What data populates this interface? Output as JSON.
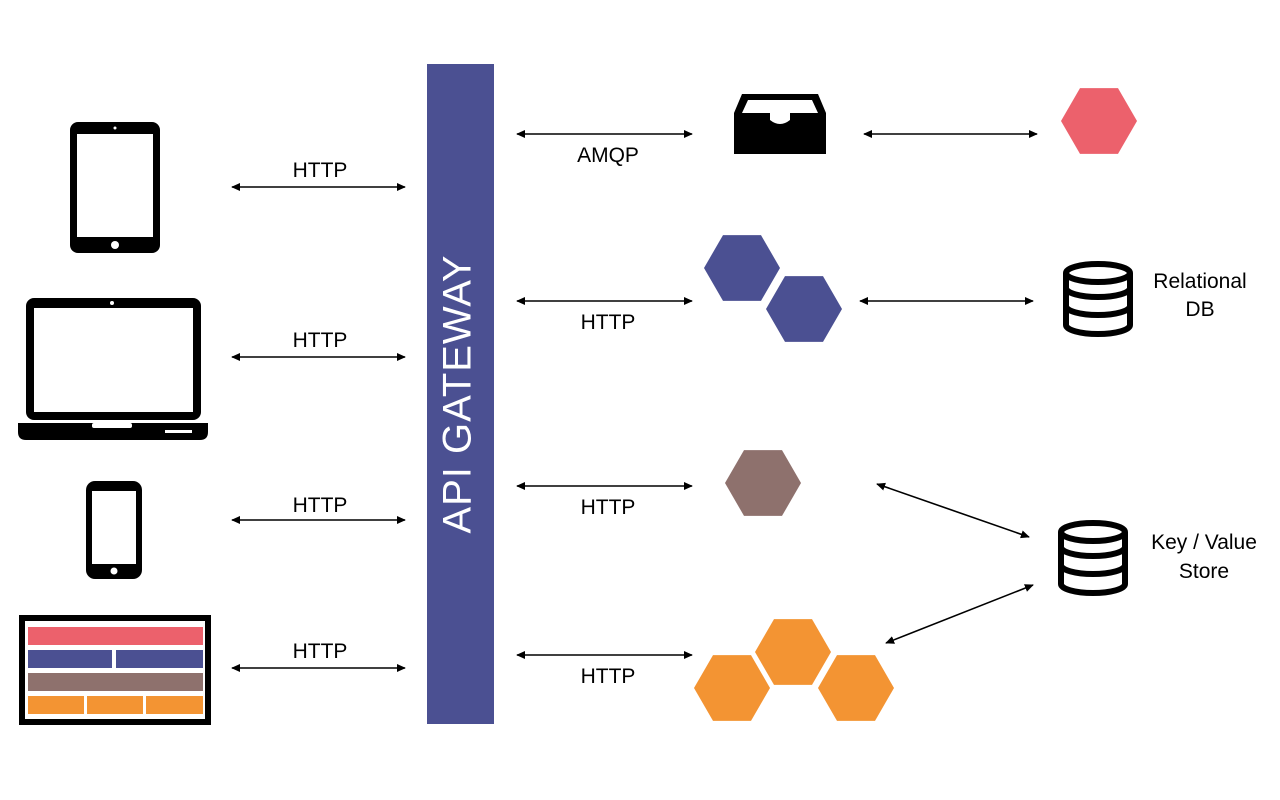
{
  "gateway": {
    "label": "API GATEWAY",
    "color": "#4b5092"
  },
  "client_connections": [
    {
      "label": "HTTP"
    },
    {
      "label": "HTTP"
    },
    {
      "label": "HTTP"
    },
    {
      "label": "HTTP"
    }
  ],
  "service_connections": [
    {
      "label": "AMQP"
    },
    {
      "label": "HTTP"
    },
    {
      "label": "HTTP"
    },
    {
      "label": "HTTP"
    }
  ],
  "storage": {
    "relational": {
      "line1": "Relational",
      "line2": "DB"
    },
    "keyvalue": {
      "line1": "Key / Value",
      "line2": "Store"
    }
  },
  "colors": {
    "red": "#ec616c",
    "blue": "#4b5092",
    "mauve": "#8e716d",
    "orange": "#f39433"
  }
}
